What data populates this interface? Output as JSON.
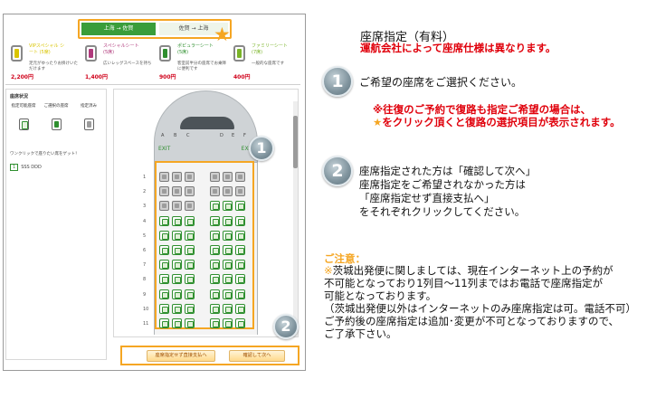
{
  "route_tabs": {
    "outbound": "上海 → 佐賀",
    "return": "佐賀 → 上海"
  },
  "seat_types": [
    {
      "name": "VIPスペシャル シート (5席)",
      "desc": "足元がゆったりお掛けいただけます",
      "price": "2,200円",
      "icon": "vip-seat-icon",
      "color": "#d9c400"
    },
    {
      "name": "スペシャルシート (5席)",
      "desc": "広いレッグスペースを持ち",
      "price": "1,400円",
      "icon": "special-seat-icon",
      "color": "#b03a7c"
    },
    {
      "name": "ポピュラーシート (5席)",
      "desc": "客室前半分の座席でお乗降に便利です",
      "price": "900円",
      "icon": "popular-seat-icon",
      "color": "#2f8f2f"
    },
    {
      "name": "ファミリーシート (7席)",
      "desc": "一般的な座席です",
      "price": "400円",
      "icon": "family-seat-icon",
      "color": "#7ab428"
    }
  ],
  "status": {
    "title": "座席状況",
    "legend": [
      "指定可能座席",
      "ご選択の座席",
      "指定済み"
    ],
    "note": "ワンクリックで座りたい席をゲット！",
    "passenger_num": "1",
    "passenger_name": "SSS DDD"
  },
  "cabin": {
    "letters": [
      "A",
      "B",
      "C",
      "D",
      "E",
      "F"
    ],
    "exit_label": "EXIT",
    "rows": [
      "1",
      "2",
      "3",
      "4",
      "5",
      "6",
      "7",
      "8",
      "9",
      "10",
      "11"
    ]
  },
  "buttons": {
    "direct": "座席指定せず直接支払へ",
    "confirm": "確認して次へ"
  },
  "badges": [
    "1",
    "2"
  ],
  "instructions": {
    "title": "座席指定（有料）",
    "subtitle": "運航会社によって座席仕様は異なります。",
    "step1": "ご希望の座席をご選択ください。",
    "note_line1": "※往復のご予約で復路も指定ご希望の場合は、",
    "note_star": "★",
    "note_line2": "をクリック頂くと復路の選択項目が表示されます。",
    "step2_lines": [
      "座席指定された方は「確認して次へ」",
      "座席指定をご希望されなかった方は",
      "「座席指定せず直接支払へ」",
      "をそれぞれクリックしてください。"
    ],
    "caution_title": "ご注意：",
    "caution_mark": "※",
    "caution_lines": [
      "茨城出発便に関しましては、現在インターネット上の予約が",
      "不可能となっており1列目～11列まではお電話で座席指定が",
      "可能となっております。",
      "（茨城出発便以外はインターネットのみ座席指定は可。電話不可）",
      "ご予約後の座席指定は追加･変更が不可となっておりますので、",
      "ご了承下さい。"
    ]
  },
  "colors": {
    "accent_orange": "#f5a623",
    "active_green": "#3a9d3a",
    "alert_red": "#e0000b"
  }
}
